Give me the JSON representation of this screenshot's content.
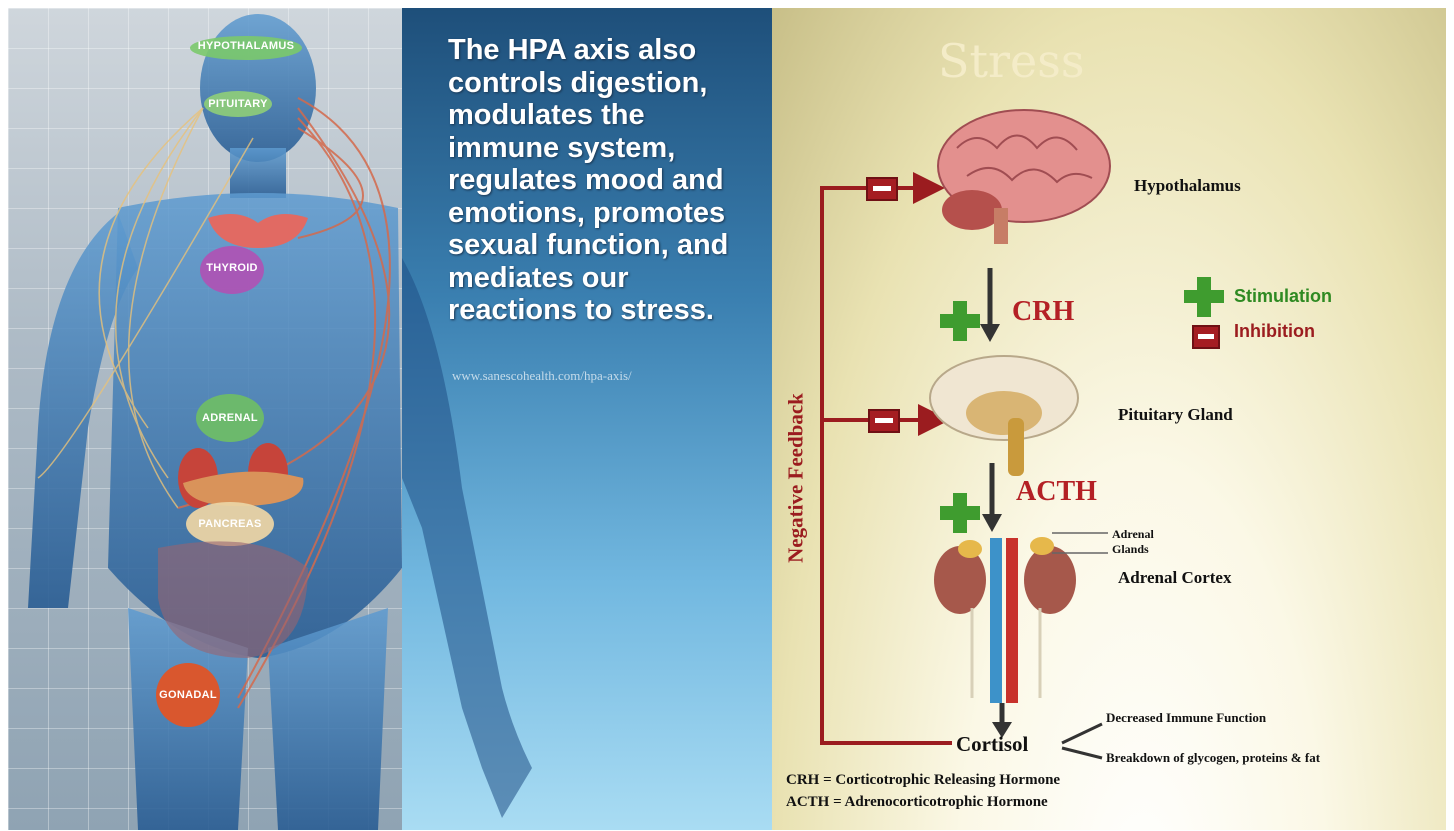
{
  "left_panel": {
    "organs": {
      "hypothalamus": "HYPOTHALAMUS",
      "pituitary": "PITUITARY",
      "thyroid": "THYROID",
      "adrenal": "ADRENAL",
      "pancreas": "PANCREAS",
      "gonadal": "GONADAL"
    }
  },
  "middle_panel": {
    "text": "The HPA axis also controls digestion, modulates the immune system, regulates mood and emotions, promotes sexual function, and mediates our reactions to stress.",
    "url": "www.sanescohealth.com/hpa-axis/"
  },
  "right_panel": {
    "title": "Stress",
    "hypothalamus_label": "Hypothalamus",
    "pituitary_label": "Pituitary Gland",
    "adrenal_glands_label_1": "Adrenal",
    "adrenal_glands_label_2": "Glands",
    "adrenal_cortex_label": "Adrenal Cortex",
    "crh_label": "CRH",
    "acth_label": "ACTH",
    "cortisol_label": "Cortisol",
    "effect_1": "Decreased Immune Function",
    "effect_2": "Breakdown of glycogen, proteins & fat",
    "legend": {
      "stimulation": "Stimulation",
      "inhibition": "Inhibition"
    },
    "negative_feedback": "Negative Feedback",
    "definition_crh": "CRH = Corticotrophic Releasing Hormone",
    "definition_acth": "ACTH = Adrenocorticotrophic Hormone"
  },
  "colors": {
    "hormone_red": "#b42025",
    "stimulation_green": "#2f8a22",
    "inhibition_red": "#9b1c1f"
  }
}
